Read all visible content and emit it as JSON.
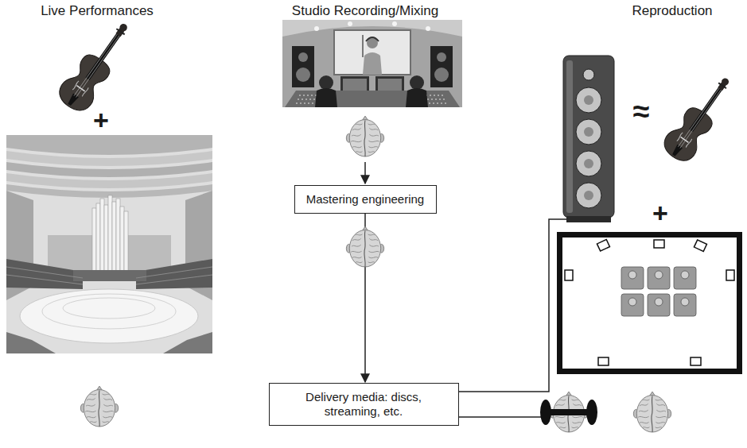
{
  "diagram": {
    "nodes": [
      {
        "text": [
          "Mastering engineering"
        ]
      },
      {
        "text": [
          "Delivery media: discs, streaming, etc."
        ]
      }
    ],
    "edges": [
      {
        "from": 0,
        "to": 1,
        "arrow": "to"
      }
    ],
    "labels": [
      "Live Performances",
      "Studio Recording/Mixing",
      "Reproduction",
      "+",
      "+",
      "≈"
    ]
  }
}
